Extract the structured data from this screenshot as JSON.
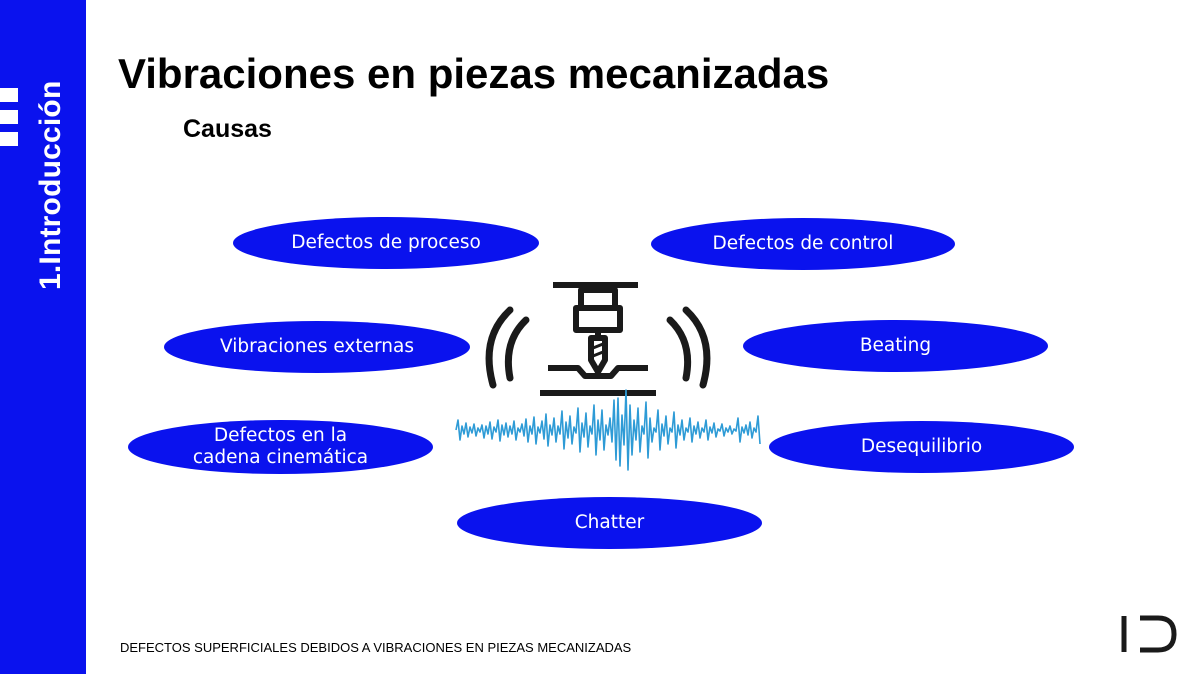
{
  "sidebar": {
    "section_label": "1.Introducción"
  },
  "header": {
    "title": "Vibraciones en piezas mecanizadas",
    "subtitle": "Causas"
  },
  "causes": [
    {
      "label": "Defectos de proceso"
    },
    {
      "label": "Defectos de control"
    },
    {
      "label": "Vibraciones externas"
    },
    {
      "label": "Beating"
    },
    {
      "label_line1": "Defectos en la",
      "label_line2": "cadena cinemática"
    },
    {
      "label": "Desequilibrio"
    },
    {
      "label": "Chatter"
    }
  ],
  "footer": {
    "text": "DEFECTOS SUPERFICIALES DEBIDOS A VIBRACIONES EN PIEZAS MECANIZADAS"
  },
  "colors": {
    "accent": "#0a12ee",
    "waveform": "#2e9bd6",
    "icon": "#1a1a1a"
  },
  "icons": [
    "cnc-spindle-icon",
    "vibration-waveform-icon",
    "id-logo-icon"
  ]
}
